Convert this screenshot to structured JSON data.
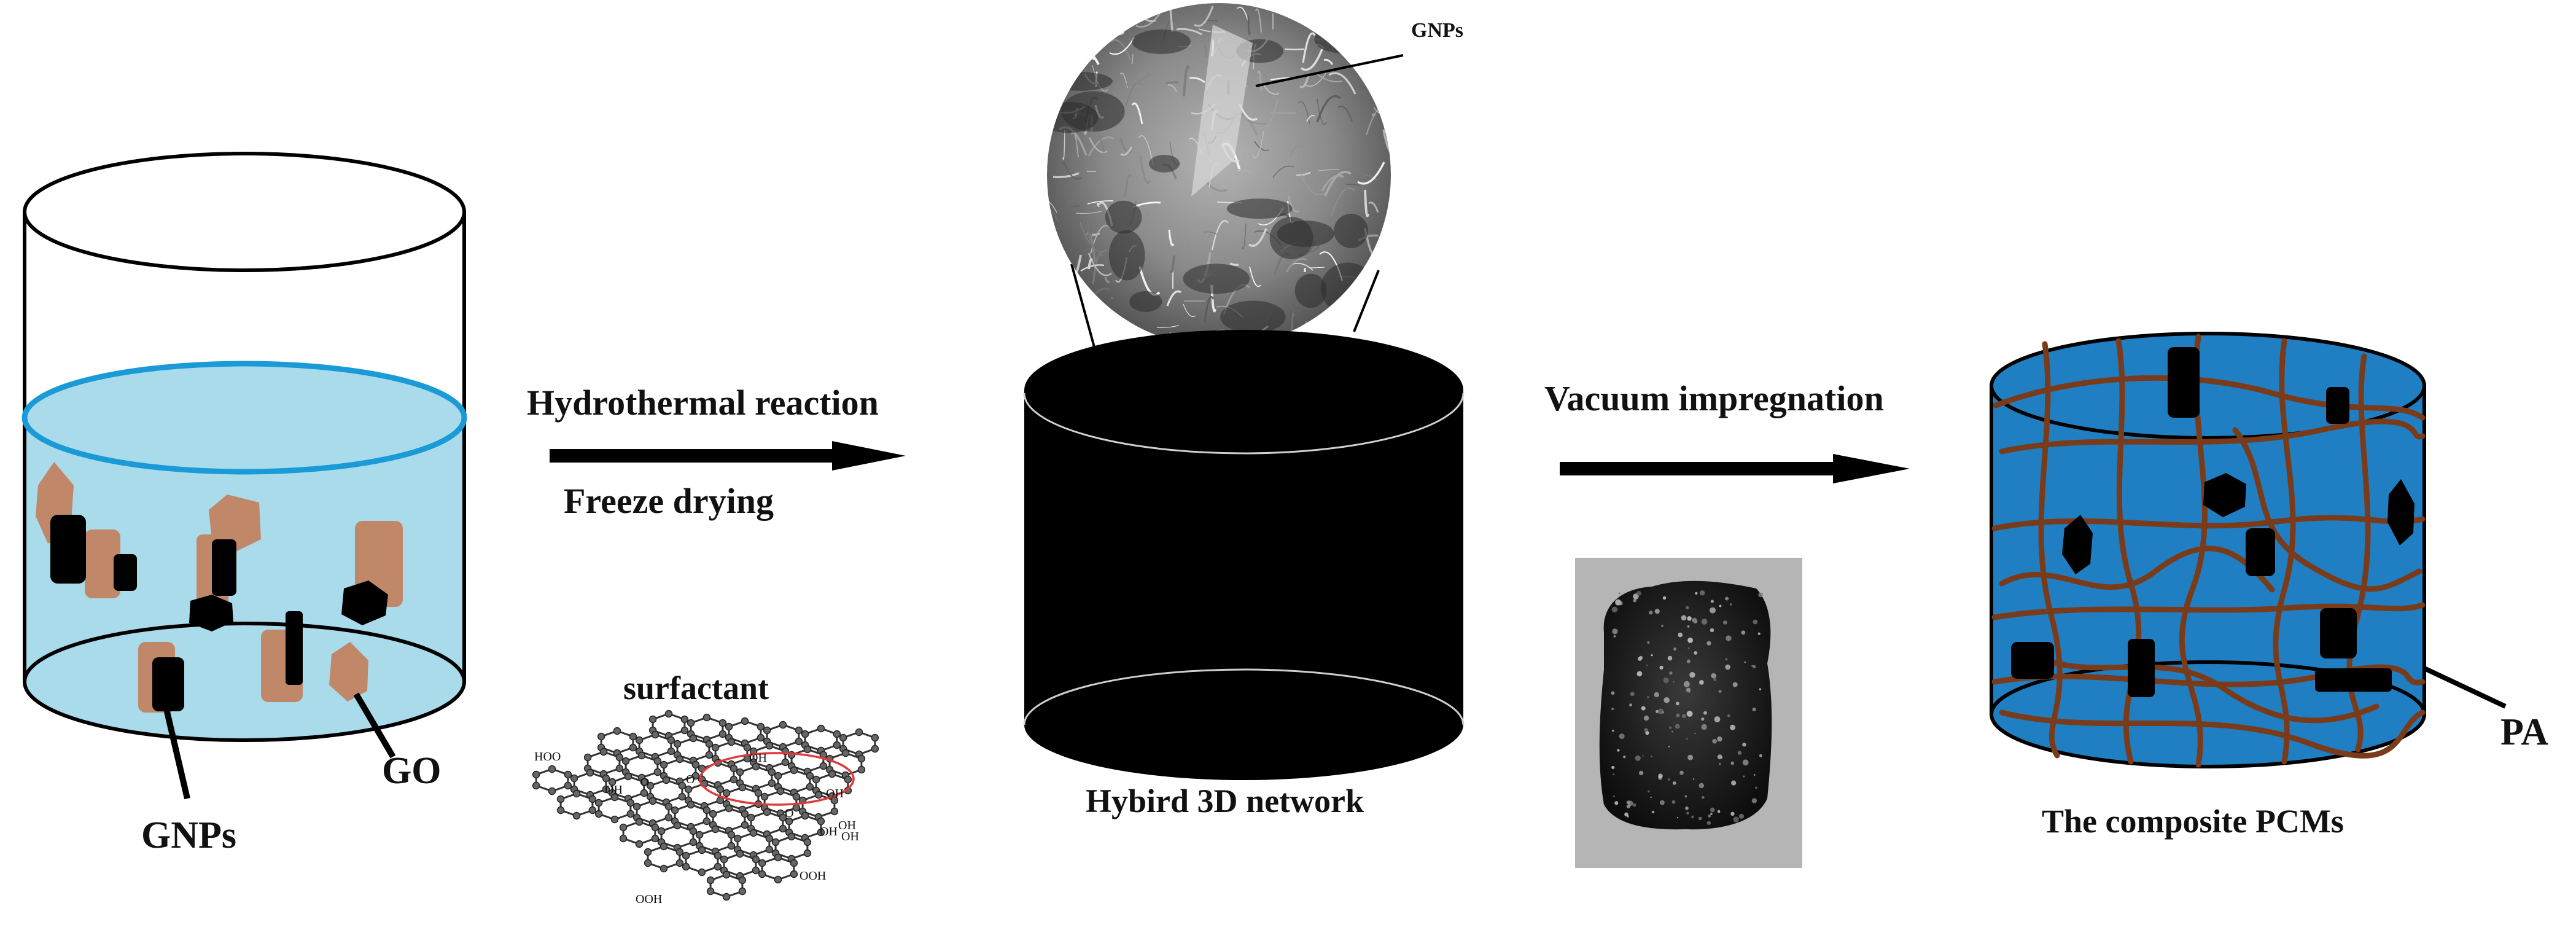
{
  "figure": {
    "beaker": {
      "label_gnps": "GNPs",
      "label_go": "GO"
    },
    "step1": {
      "top_label": "Hydrothermal reaction",
      "bottom_label": "Freeze drying"
    },
    "surfactant": {
      "title": "surfactant",
      "groups": [
        "HOO",
        "OH",
        "O",
        "OH",
        "O",
        "OH",
        "O",
        "OH",
        "OOH",
        "OOH",
        "OH",
        "OH"
      ]
    },
    "network": {
      "inset_label": "GNPs",
      "caption": "Hybird 3D network"
    },
    "step2": {
      "top_label": "Vacuum impregnation"
    },
    "composite": {
      "label_pa": "PA",
      "caption": "The composite PCMs"
    },
    "colors": {
      "water": "#a9dbeb",
      "water_rim": "#1a9ad6",
      "go_flake": "#c08868",
      "gnp": "#000000",
      "pcm_fill": "#1f7fc2",
      "fiber": "#7a3b1a",
      "ring": "#e0393b"
    }
  }
}
